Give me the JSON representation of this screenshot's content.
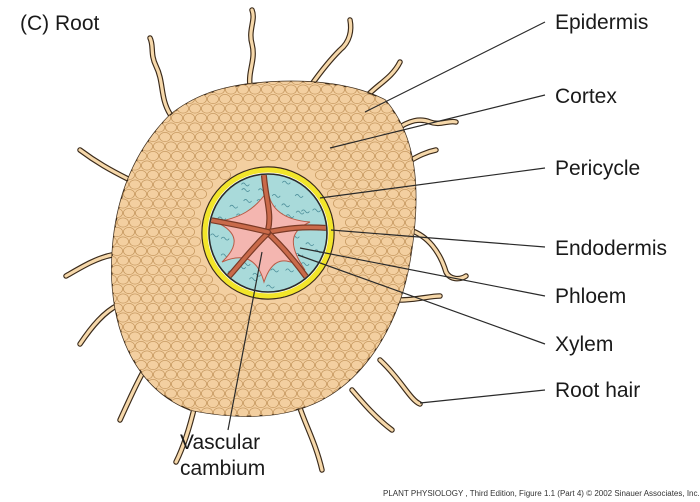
{
  "figure": {
    "panel_title": "(C)  Root",
    "credit": "PLANT PHYSIOLOGY , Third Edition, Figure 1.1 (Part 4)  © 2002 Sinauer Associates, Inc."
  },
  "labels": {
    "epidermis": "Epidermis",
    "cortex": "Cortex",
    "pericycle": "Pericycle",
    "endodermis": "Endodermis",
    "phloem": "Phloem",
    "xylem": "Xylem",
    "root_hair": "Root hair",
    "vascular_cambium_line1": "Vascular",
    "vascular_cambium_line2": "cambium"
  },
  "colors": {
    "cortex_fill": "#f3cfa0",
    "cell_outline": "#c79a62",
    "outline": "#3a2a1a",
    "root_hair": "#f6d8aa",
    "endodermis": "#f2e52a",
    "pericycle": "#2a2a2a",
    "phloem": "#a9dada",
    "xylem_center": "#f4b6b0",
    "xylem_arm": "#c96a4a"
  }
}
